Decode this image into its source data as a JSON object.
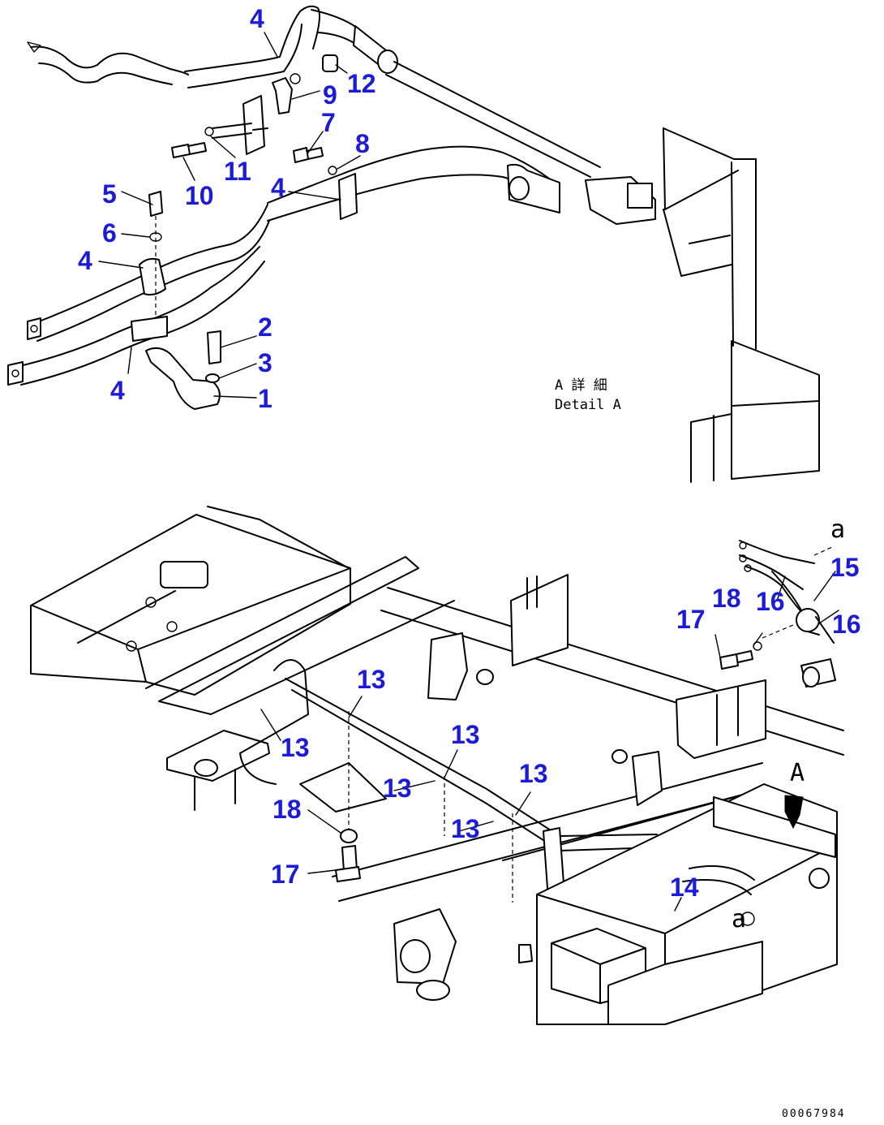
{
  "callouts": [
    {
      "id": "c4a",
      "text": "4"
    },
    {
      "id": "c9",
      "text": "9"
    },
    {
      "id": "c12",
      "text": "12"
    },
    {
      "id": "c7",
      "text": "7"
    },
    {
      "id": "c8",
      "text": "8"
    },
    {
      "id": "c5",
      "text": "5"
    },
    {
      "id": "c11",
      "text": "11"
    },
    {
      "id": "c10",
      "text": "10"
    },
    {
      "id": "c4b",
      "text": "4"
    },
    {
      "id": "c6",
      "text": "6"
    },
    {
      "id": "c4c",
      "text": "4"
    },
    {
      "id": "c2",
      "text": "2"
    },
    {
      "id": "c3",
      "text": "3"
    },
    {
      "id": "c4d",
      "text": "4"
    },
    {
      "id": "c1",
      "text": "1"
    },
    {
      "id": "c15",
      "text": "15"
    },
    {
      "id": "c18a",
      "text": "18"
    },
    {
      "id": "c17a",
      "text": "17"
    },
    {
      "id": "c16a",
      "text": "16"
    },
    {
      "id": "c16b",
      "text": "16"
    },
    {
      "id": "c13a",
      "text": "13"
    },
    {
      "id": "c13b",
      "text": "13"
    },
    {
      "id": "c13c",
      "text": "13"
    },
    {
      "id": "c13d",
      "text": "13"
    },
    {
      "id": "c13e",
      "text": "13"
    },
    {
      "id": "c13f",
      "text": "13"
    },
    {
      "id": "c18b",
      "text": "18"
    },
    {
      "id": "c17b",
      "text": "17"
    },
    {
      "id": "c14",
      "text": "14"
    }
  ],
  "detail": {
    "japanese": "A 詳 細",
    "english": "Detail A"
  },
  "view_marker": "A",
  "connection_marker_top": "a",
  "connection_marker_bottom": "a",
  "drawing_code": "00067984",
  "colors": {
    "callout": "#1c1cd6",
    "line": "#000000",
    "background": "#ffffff"
  }
}
